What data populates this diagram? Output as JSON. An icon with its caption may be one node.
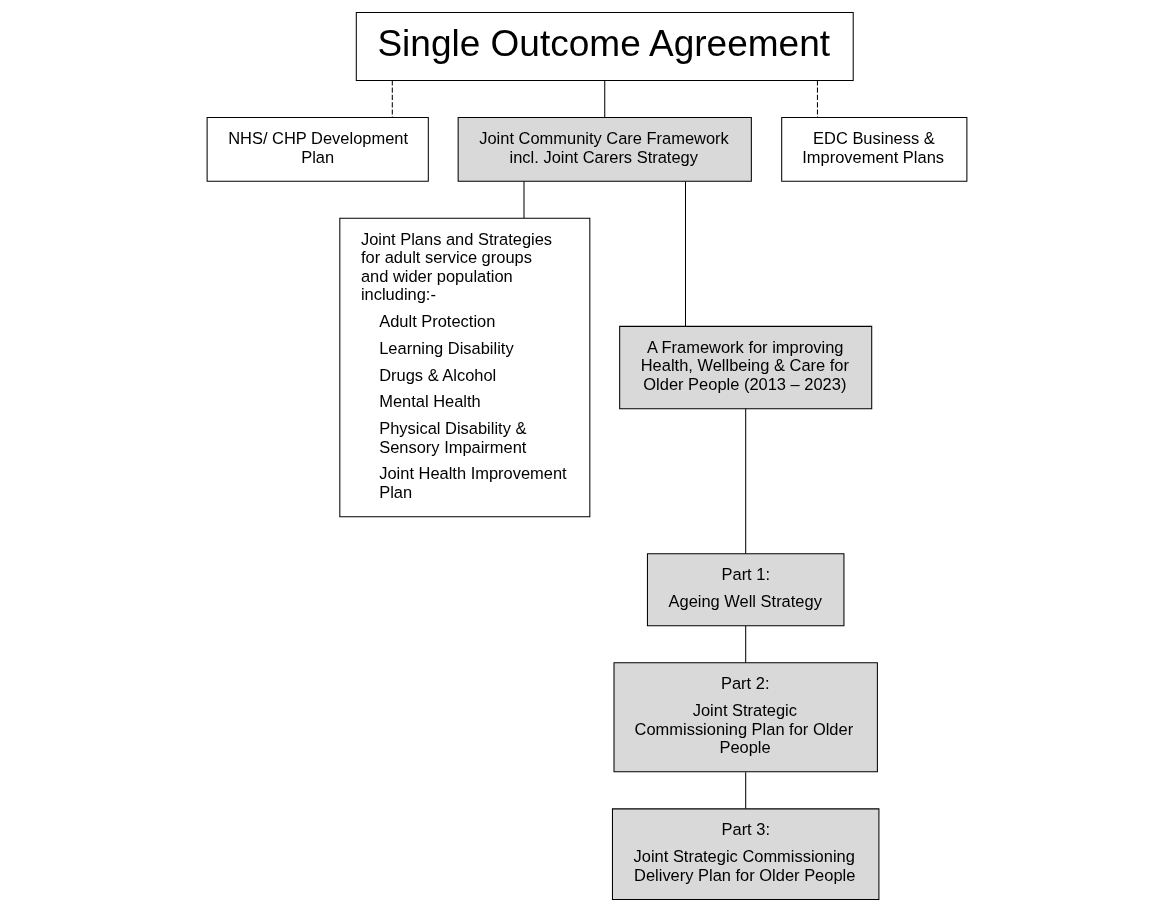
{
  "diagram": {
    "nodes": [
      {
        "text": [
          "Single Outcome Agreement"
        ]
      },
      {
        "text": [
          "NHS/ CHP Development Plan"
        ]
      },
      {
        "text": [
          "Joint Community Care Framework incl. Joint Carers Strategy"
        ]
      },
      {
        "text": [
          "EDC Business & Improvement Plans"
        ]
      },
      {
        "text": [
          "Joint Plans and Strategies for adult service groups and wider population including:-",
          "Adult Protection",
          "Learning Disability",
          "Drugs & Alcohol",
          "Mental Health",
          "Physical Disability & Sensory Impairment",
          "Joint Health Improvement Plan"
        ]
      },
      {
        "text": [
          "A Framework for improving Health, Wellbeing & Care for Older People (2013 – 2023)"
        ]
      },
      {
        "text": [
          "Part 1:",
          "Ageing Well Strategy"
        ]
      },
      {
        "text": [
          "Part 2:",
          "Joint Strategic Commissioning Plan for Older People"
        ]
      },
      {
        "text": [
          "Part 3:",
          "Joint Strategic Commissioning Delivery Plan for Older People"
        ]
      }
    ],
    "edges": [
      {
        "from": 0,
        "to": 1,
        "arrow": "none",
        "style": "dashed"
      },
      {
        "from": 0,
        "to": 2,
        "arrow": "none"
      },
      {
        "from": 0,
        "to": 3,
        "arrow": "none",
        "style": "dashed"
      },
      {
        "from": 2,
        "to": 4,
        "arrow": "none"
      },
      {
        "from": 2,
        "to": 5,
        "arrow": "none"
      },
      {
        "from": 5,
        "to": 6,
        "arrow": "none"
      },
      {
        "from": 6,
        "to": 7,
        "arrow": "none"
      },
      {
        "from": 7,
        "to": 8,
        "arrow": "none"
      }
    ]
  }
}
